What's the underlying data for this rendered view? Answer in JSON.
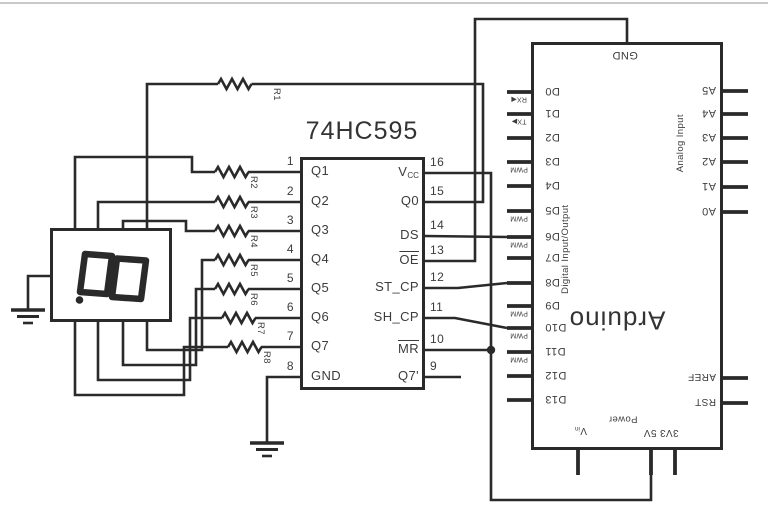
{
  "figure": {
    "background": "#ffffff",
    "ink": "#2a2a2a",
    "top_rule_color": "#c9c9c9"
  },
  "shift_register": {
    "title": "74HC595",
    "left_pins": [
      {
        "num": "1",
        "name": "Q1"
      },
      {
        "num": "2",
        "name": "Q2"
      },
      {
        "num": "3",
        "name": "Q3"
      },
      {
        "num": "4",
        "name": "Q4"
      },
      {
        "num": "5",
        "name": "Q5"
      },
      {
        "num": "6",
        "name": "Q6"
      },
      {
        "num": "7",
        "name": "Q7"
      },
      {
        "num": "8",
        "name": "GND"
      }
    ],
    "right_pins": [
      {
        "num": "16",
        "name": "V",
        "subscript": "CC"
      },
      {
        "num": "15",
        "name": "Q0"
      },
      {
        "num": "14",
        "name": "DS"
      },
      {
        "num": "13",
        "name": "OE",
        "overline": true
      },
      {
        "num": "12",
        "name": "ST_CP"
      },
      {
        "num": "11",
        "name": "SH_CP"
      },
      {
        "num": "10",
        "name": "MR",
        "overline": true
      },
      {
        "num": "9",
        "name": "Q7'"
      }
    ]
  },
  "resistors": [
    {
      "label": "R1"
    },
    {
      "label": "R2"
    },
    {
      "label": "R3"
    },
    {
      "label": "R4"
    },
    {
      "label": "R5"
    },
    {
      "label": "R6"
    },
    {
      "label": "R7"
    },
    {
      "label": "R8"
    }
  ],
  "arduino": {
    "title": "Arduino",
    "ground_pin": "GND",
    "digital_header": "Digital Input/Output",
    "analog_header": "Analog Input",
    "digital_pins": [
      {
        "name": "D0",
        "tag": "RX◀"
      },
      {
        "name": "D1",
        "tag": "TX▶"
      },
      {
        "name": "D2",
        "tag": ""
      },
      {
        "name": "D3",
        "tag": "PWM"
      },
      {
        "name": "D4",
        "tag": ""
      },
      {
        "name": "D5",
        "tag": "PWM"
      },
      {
        "name": "D6",
        "tag": "PWM"
      },
      {
        "name": "D7",
        "tag": ""
      },
      {
        "name": "D8",
        "tag": ""
      },
      {
        "name": "D9",
        "tag": "PWM"
      },
      {
        "name": "D10",
        "tag": "PWM"
      },
      {
        "name": "D11",
        "tag": "PWM"
      },
      {
        "name": "D12",
        "tag": ""
      },
      {
        "name": "D13",
        "tag": ""
      }
    ],
    "analog_pins": [
      "A5",
      "A4",
      "A3",
      "A2",
      "A1",
      "A0"
    ],
    "aref_pin": "AREF",
    "rst_pin": "RST",
    "power_header": "Power",
    "vin_pin": {
      "name": "V",
      "subscript": "in"
    },
    "power_rail": "3V3 5V"
  }
}
